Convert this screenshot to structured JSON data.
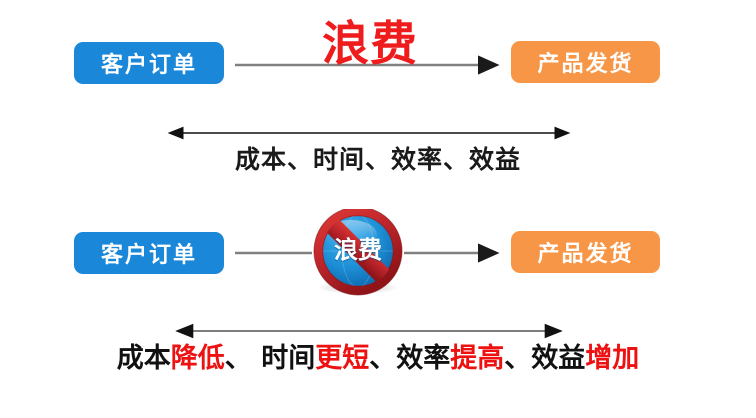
{
  "page": {
    "title": "浪费对比示意图",
    "background": "#ffffff"
  },
  "colors": {
    "blue_box": "#1a87d8",
    "orange_box": "#f79646",
    "red_text": "#ee1c1c",
    "black_text": "#111111",
    "arrow_gray": "#808080",
    "arrow_dark": "#1a1a1a",
    "badge_red": "#c0272d",
    "badge_blue": "#1d8fd6"
  },
  "top_row": {
    "left_box": {
      "label": "客户订单",
      "color": "#1a87d8"
    },
    "middle_word": {
      "label": "浪费",
      "color": "#ee1c1c"
    },
    "right_box": {
      "label": "产品发货",
      "color": "#f79646"
    },
    "arrow": {
      "name": "flow-arrow-right",
      "direction": "right"
    }
  },
  "top_caption": {
    "text": "成本、时间、效率、效益",
    "arrow": {
      "name": "span-arrow-double",
      "direction": "both"
    }
  },
  "bottom_row": {
    "left_box": {
      "label": "客户订单",
      "color": "#1a87d8"
    },
    "badge": {
      "label": "浪费",
      "icon": "no-entry-prohibition-icon"
    },
    "right_box": {
      "label": "产品发货",
      "color": "#f79646"
    },
    "arrow": {
      "name": "flow-arrow-right",
      "direction": "right"
    }
  },
  "bottom_caption": {
    "arrow": {
      "name": "span-arrow-double",
      "direction": "both"
    },
    "segments": [
      {
        "text": "成本",
        "color": "black"
      },
      {
        "text": "降低",
        "color": "red"
      },
      {
        "text": "、",
        "color": "black"
      },
      {
        "text": " ",
        "color": "black"
      },
      {
        "text": "时间",
        "color": "black"
      },
      {
        "text": "更短",
        "color": "red"
      },
      {
        "text": "、",
        "color": "black"
      },
      {
        "text": "效率",
        "color": "black"
      },
      {
        "text": "提高",
        "color": "red"
      },
      {
        "text": "、",
        "color": "black"
      },
      {
        "text": "效益",
        "color": "black"
      },
      {
        "text": "增加",
        "color": "red"
      }
    ]
  }
}
